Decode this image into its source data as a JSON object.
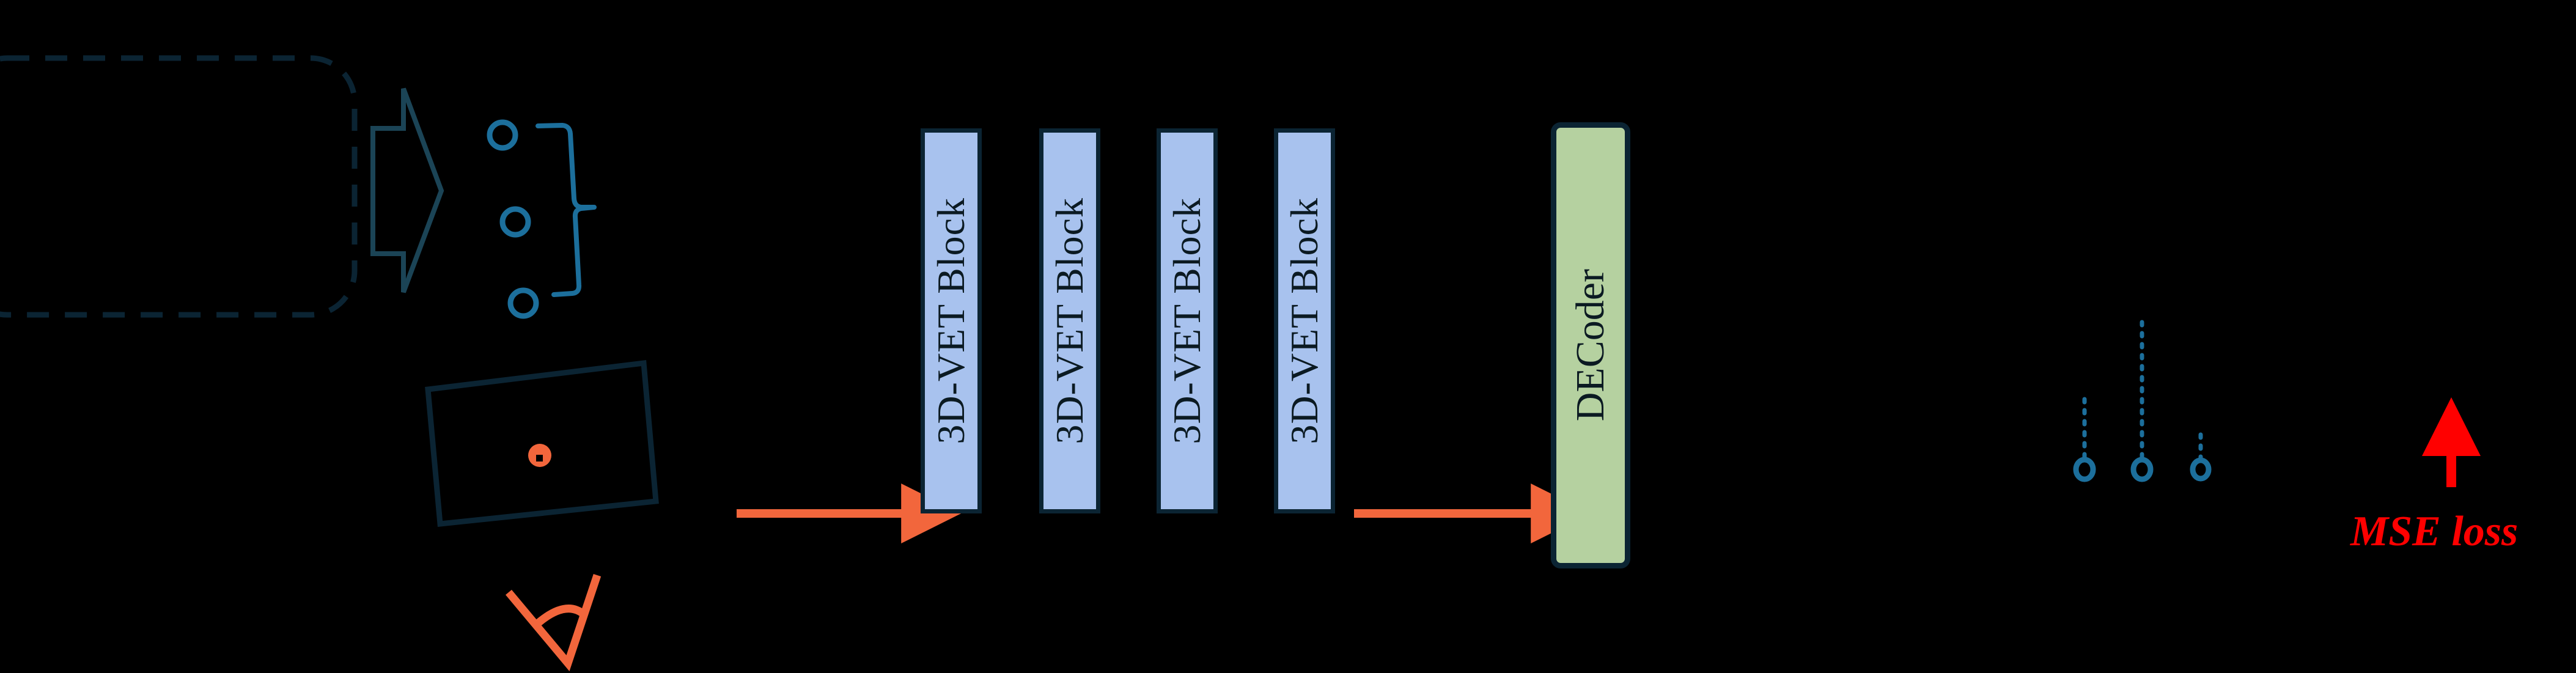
{
  "diagram": {
    "title": "3D-VET encoder-decoder pipeline",
    "background_color": "#000000",
    "palette": {
      "navy_outline": "#0B2433",
      "block_fill": "#A8C2EE",
      "decoder_fill": "#B5D1A0",
      "accent_orange": "#F2663C",
      "accent_blue": "#1C6F9C",
      "loss_red": "#FF0000"
    }
  },
  "input_group": {
    "dashed_region_name": "input-volume-placeholder",
    "big_arrow_name": "transform-chevron-arrow",
    "tokens": {
      "circle_count": 3,
      "brace_name": "right-curly-brace"
    },
    "image_plane": {
      "name": "tilted-image-plane",
      "marker_name": "projection-point"
    },
    "camera": {
      "name": "camera-frustum-angle"
    }
  },
  "pipeline": {
    "blocks": [
      {
        "label": "3D-VET Block"
      },
      {
        "label": "3D-VET Block"
      },
      {
        "label": "3D-VET Block"
      },
      {
        "label": "3D-VET Block"
      }
    ],
    "decoder": {
      "label": "DECoder"
    },
    "arrows": [
      {
        "name": "input-to-blocks-arrow",
        "direction": "right"
      },
      {
        "name": "blocks-to-decoder-arrow",
        "direction": "right"
      }
    ]
  },
  "output": {
    "markers": [
      {
        "name": "output-point-1"
      },
      {
        "name": "output-point-2"
      },
      {
        "name": "output-point-3"
      }
    ],
    "loss": {
      "label": "MSE loss",
      "arrow_name": "loss-up-arrow",
      "color": "#FF0000"
    }
  }
}
